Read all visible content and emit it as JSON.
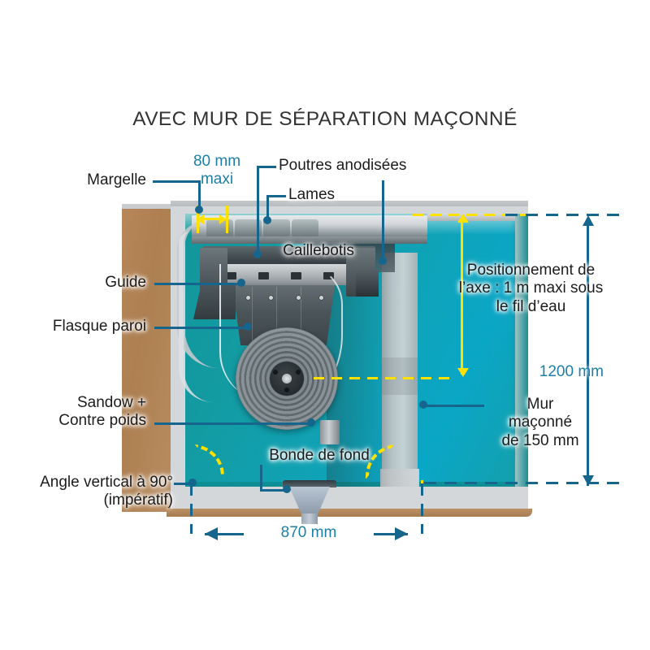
{
  "title": "AVEC MUR DE SÉPARATION MAÇONNÉ",
  "colors": {
    "title_text": "#333333",
    "label_text": "#1c1c1c",
    "annotation_blue": "#16658c",
    "dimension_teal": "#1c7fa8",
    "dimension_yellow": "#ffe100",
    "water_teal": "#11969a",
    "water_cyan": "#0aa6c6",
    "soil_brown": "#b7875a",
    "concrete_grey": "#d4d7d9"
  },
  "labels": {
    "margelle": "Margelle",
    "guide": "Guide",
    "flasque_paroi": "Flasque paroi",
    "sandow": "Sandow +\nContre poids",
    "angle_vertical": "Angle vertical à 90°\n(impératif)",
    "poutres": "Poutres anodisées",
    "lames": "Lames",
    "caillebotis": "Caillebotis",
    "bonde": "Bonde de fond",
    "positionnement": "Positionnement de\nl’axe : 1 m maxi sous\nle fil d’eau",
    "mur": "Mur\nmaçonné\nde 150 mm"
  },
  "dimensions": {
    "top_left": "80 mm\nmaxi",
    "height_right": "1200 mm",
    "width_bottom": "870 mm"
  },
  "icons": {
    "arrow_left": "arrow-left-icon",
    "arrow_right": "arrow-right-icon",
    "arrow_up": "arrow-up-icon",
    "arrow_down": "arrow-down-icon",
    "angle_arc": "angle-arc-icon"
  }
}
